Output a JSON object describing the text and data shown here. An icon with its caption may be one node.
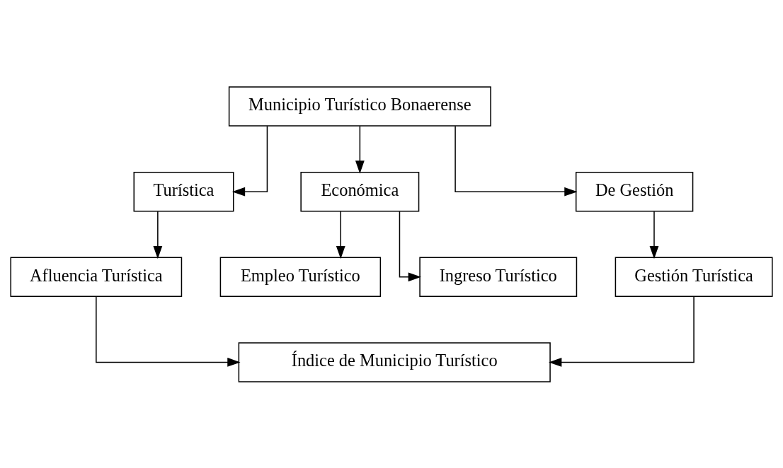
{
  "diagram": {
    "nodes": [
      {
        "text": [
          "Municipio Turístico Bonaerense"
        ]
      },
      {
        "text": [
          "Turística"
        ]
      },
      {
        "text": [
          "Económica"
        ]
      },
      {
        "text": [
          "De Gestión"
        ]
      },
      {
        "text": [
          "Afluencia Turística"
        ]
      },
      {
        "text": [
          "Empleo Turístico"
        ]
      },
      {
        "text": [
          "Ingreso Turístico"
        ]
      },
      {
        "text": [
          "Gestión Turística"
        ]
      },
      {
        "text": [
          "Índice de Municipio Turístico"
        ]
      }
    ],
    "edges": [
      {
        "from": 0,
        "to": 1,
        "arrow": "to"
      },
      {
        "from": 0,
        "to": 2,
        "arrow": "to"
      },
      {
        "from": 0,
        "to": 3,
        "arrow": "to"
      },
      {
        "from": 1,
        "to": 4,
        "arrow": "to"
      },
      {
        "from": 2,
        "to": 5,
        "arrow": "to"
      },
      {
        "from": 2,
        "to": 6,
        "arrow": "to"
      },
      {
        "from": 3,
        "to": 7,
        "arrow": "to"
      },
      {
        "from": 4,
        "to": 8,
        "arrow": "to"
      },
      {
        "from": 7,
        "to": 8,
        "arrow": "to"
      }
    ]
  }
}
